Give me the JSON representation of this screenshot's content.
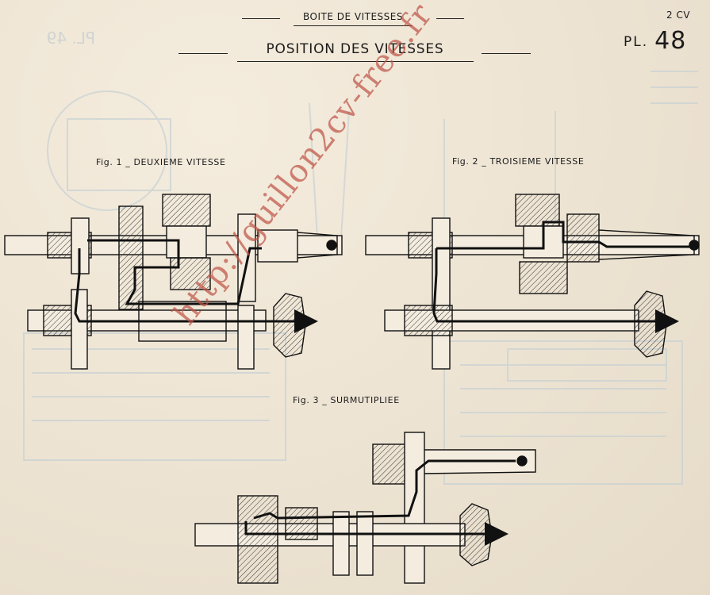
{
  "header": {
    "section": "BOITE DE VITESSES",
    "title": "POSITION DES VITESSES",
    "model": "2 CV",
    "plate_prefix": "PL.",
    "plate_number": "48"
  },
  "figures": [
    {
      "label": "Fig. 1 _ DEUXIEME VITESSE"
    },
    {
      "label": "Fig. 2 _ TROISIEME VITESSE"
    },
    {
      "label": "Fig. 3 _ SURMUTIPLIEE"
    }
  ],
  "watermark": "http://guillon2cv-free.fr",
  "colors": {
    "paper": "#efe6d6",
    "ink": "#1b1b1b",
    "ghost": "#c9d3d6",
    "watermark": "#be5546"
  }
}
